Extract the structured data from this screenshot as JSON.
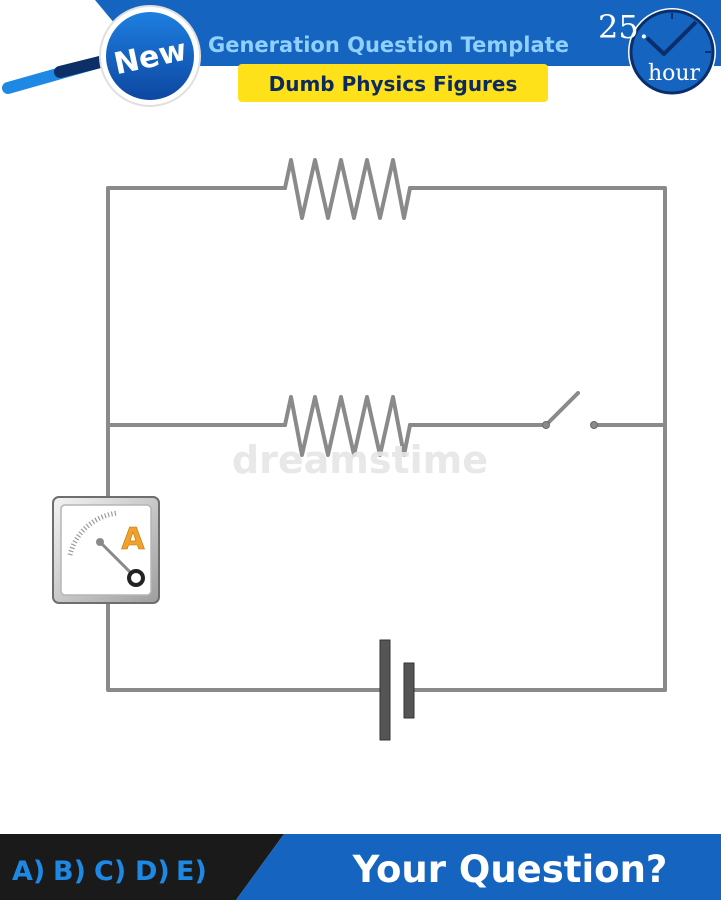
{
  "header": {
    "badge_text": "New",
    "title": "Generation Question Template",
    "subtitle": "Dumb Physics Figures",
    "clock_number": "25.",
    "clock_unit": "hour",
    "colors": {
      "banner": "#1565c0",
      "title_text": "#7ec8ff",
      "subtitle_bg": "#ffe11a",
      "badge": "#1565c0"
    }
  },
  "circuit": {
    "components": [
      "resistor",
      "resistor",
      "switch",
      "ammeter",
      "battery"
    ],
    "switch_state": "open",
    "ammeter_label": "A",
    "watermark": "dreamstime"
  },
  "footer": {
    "answers": [
      "A)",
      "B)",
      "C)",
      "D)",
      "E)"
    ],
    "question": "Your Question?",
    "colors": {
      "answers_bg": "#1a1a1a",
      "answers_text": "#1e88e5",
      "question_bg": "#1565c0",
      "question_text": "#ffffff"
    }
  }
}
